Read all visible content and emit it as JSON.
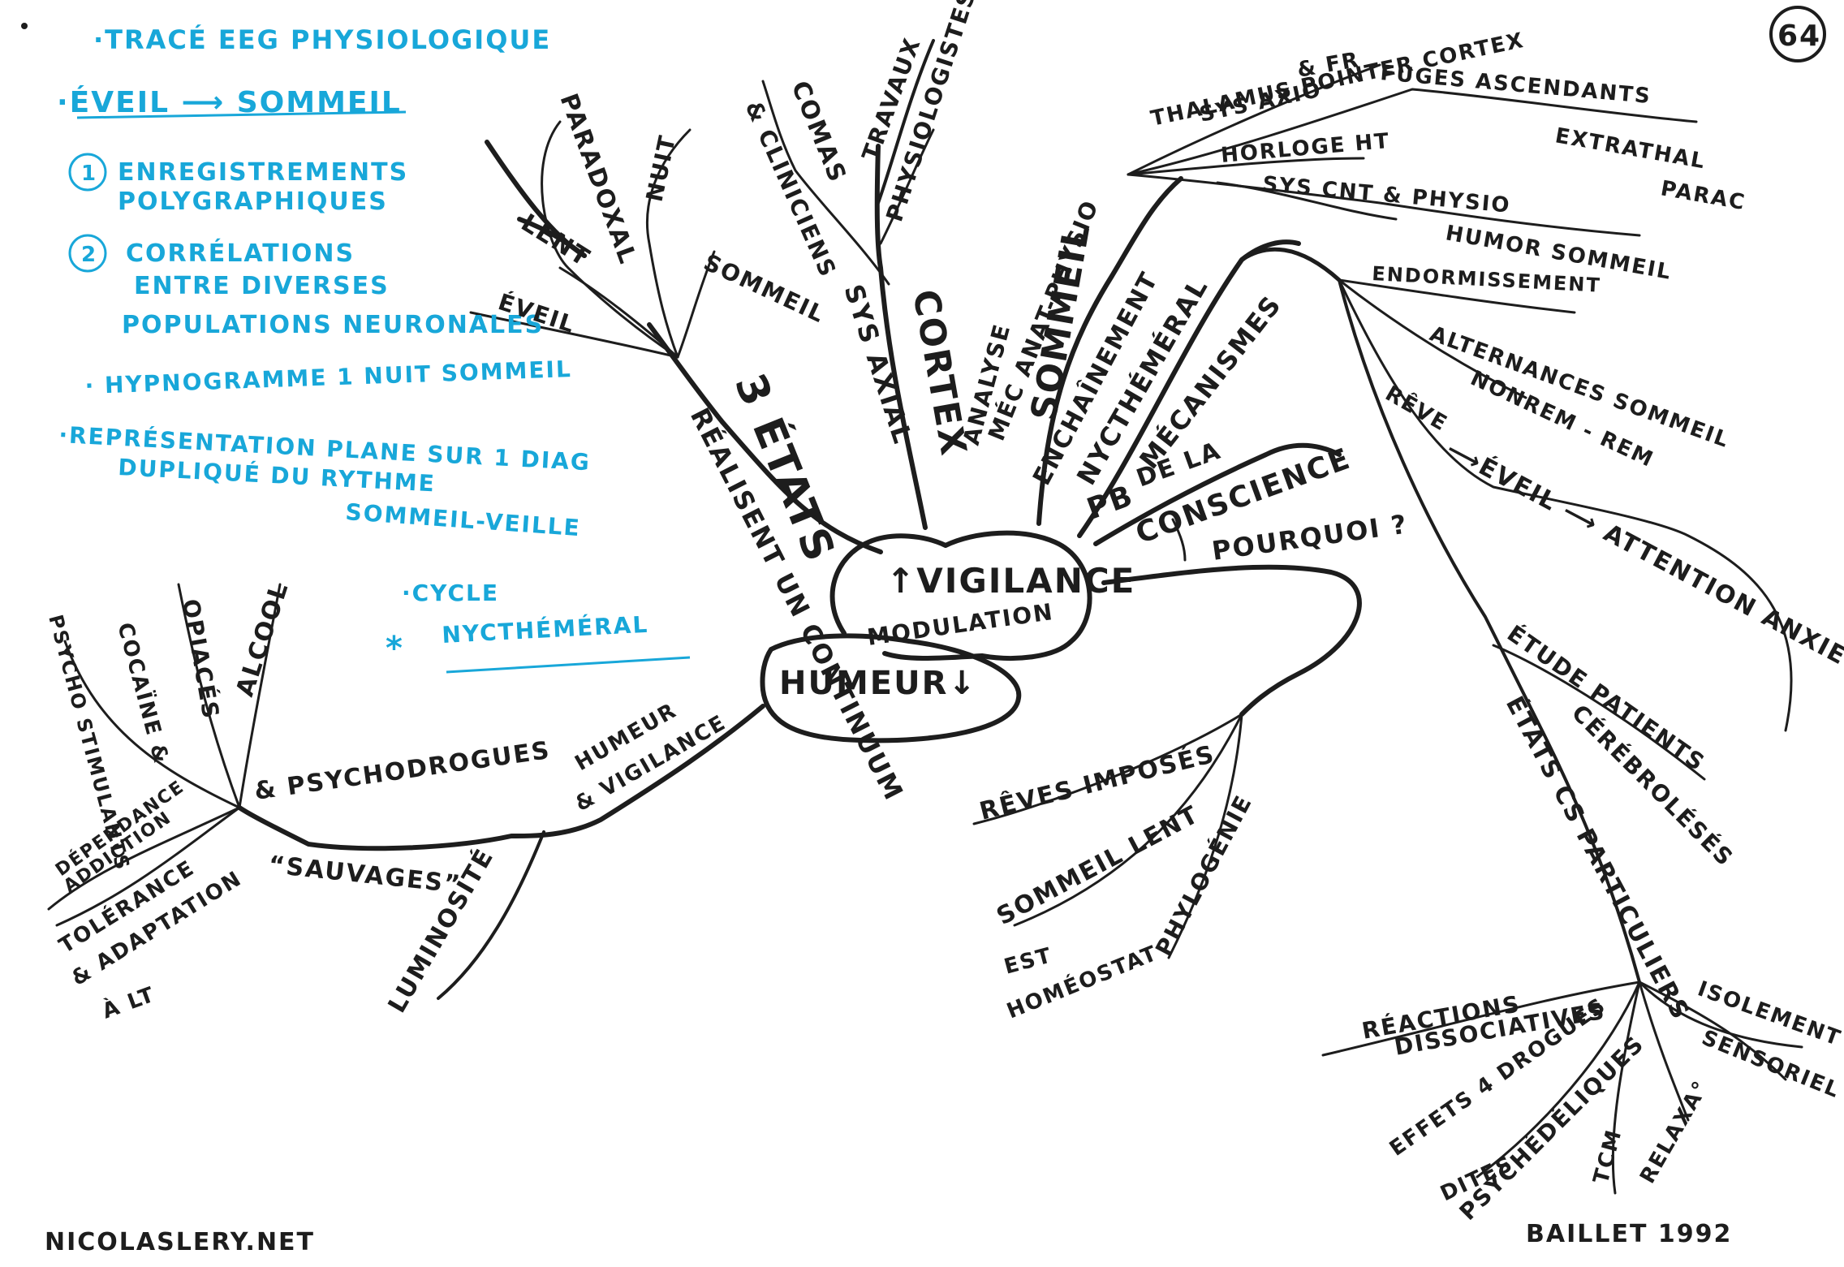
{
  "colors": {
    "ink": "#1d1d1d",
    "note_blue": "#18a7d9",
    "paper": "#ffffff"
  },
  "center": {
    "vigilance": "↑VIGILANCE",
    "modulation": "MODULATION",
    "humeur": "HUMEUR↓"
  },
  "page_number": "64",
  "footer": {
    "site": "NICOLASLERY.NET",
    "author": "BAILLET 1992"
  },
  "notes": {
    "trace": "·TRACÉ EEG PHYSIOLOGIQUE",
    "eveil_sommeil": "·ÉVEIL ⟶ SOMMEIL",
    "n1_num": "1",
    "n1_a": "ENREGISTREMENTS",
    "n1_b": "POLYGRAPHIQUES",
    "n2_num": "2",
    "n2_a": "CORRÉLATIONS",
    "n2_b": "ENTRE DIVERSES",
    "n2_c": "POPULATIONS NEURONALES",
    "hypno": "· HYPNOGRAMME 1 NUIT SOMMEIL",
    "rep_a": "·REPRÉSENTATION PLANE SUR 1 DIAG",
    "rep_b": "DUPLIQUÉ DU RYTHME",
    "rep_c": "SOMMEIL-VEILLE",
    "cycle": "·CYCLE",
    "star": "*",
    "nycth": "NYCTHÉMÉRAL"
  },
  "branches": {
    "etats": {
      "label": "3 ÉTATS",
      "sub": "RÉALISENT UN CONTINUUM",
      "items": {
        "paradoxal": "PARADOXAL",
        "nuit": "NUIT",
        "lent": "LENT",
        "eveil": "ÉVEIL",
        "sommeil": "SOMMEIL"
      }
    },
    "cortex": {
      "label": "CORTEX",
      "sys_axial": "SYS AXIAL",
      "comas": "COMAS",
      "cliniciens": "& CLINICIENS",
      "travaux": "TRAVAUX",
      "physiologistes": "PHYSIOLOGISTES"
    },
    "sommeil_mec": {
      "label": "SOMMEIL",
      "analyse": "ANALYSE",
      "mec": "MÉC ANAT-PHYSIO",
      "thalamus": "THALAMUS POINTER CORTEX",
      "fr": "& FR",
      "sys_axio": "SYS AXIO",
      "fuges": "FUGES ASCENDANTS",
      "extrathal": "EXTRATHAL",
      "parac": "PARAC",
      "horloge": "HORLOGE HT",
      "sys_cnt": "SYS CNT & PHYSIO",
      "humor": "HUMOR SOMMEIL"
    },
    "nycth": {
      "enchain": "ENCHAÎNEMENT",
      "label": "NYCTHÉMÉRAL",
      "meca": "MÉCANISMES",
      "endorm": "ENDORMISSEMENT",
      "altern": "ALTERNANCES SOMMEIL",
      "nonrem": "NONREM - REM",
      "reve": "RÊVE",
      "eveil_attention": "⟶ÉVEIL ⟶ ATTENTION ANXIEUSE",
      "etude": "ÉTUDE PATIENTS",
      "cerebro": "CÉRÉBROLÉSÉS",
      "etats_cs": "ÉTATS CS PARTICULIERS",
      "reactions": "RÉACTIONS",
      "dissoc": "DISSOCIATIVES",
      "isolement": "ISOLEMENT",
      "sensoriel": "SENSORIEL",
      "effets": "EFFETS 4 DROGUES",
      "dites": "DITES",
      "psyched": "PSYCHÉDÉLIQUES",
      "tcm": "TCM",
      "relaxa": "RELAXA°"
    },
    "conscience": {
      "pb": "PB",
      "dela": "DE LA",
      "label": "CONSCIENCE",
      "pourquoi": "POURQUOI ?",
      "reves": "RÊVES IMPOSÉS",
      "sommeil_lent": "SOMMEIL LENT",
      "est": "EST",
      "homeosat": "HOMÉOSTAT",
      "phylo": "PHYLOGÉNIE"
    },
    "humeur": {
      "label": "HUMEUR",
      "vig": "& VIGILANCE",
      "psycho": "& PSYCHODROGUES",
      "sauvages": "“SAUVAGES”",
      "lumin": "LUMINOSITÉ",
      "alcool": "ALCOOL",
      "opiaces": "OPIACÉS",
      "cocaine": "COCAÏNE &",
      "psycho_stim": "PSYCHO STIMULANTS",
      "dependance": "DÉPENDANCE",
      "addiction": "ADDICTION",
      "tolerance": "TOLÉRANCE",
      "adaptation": "& ADAPTATION",
      "alt": "À LT"
    }
  }
}
